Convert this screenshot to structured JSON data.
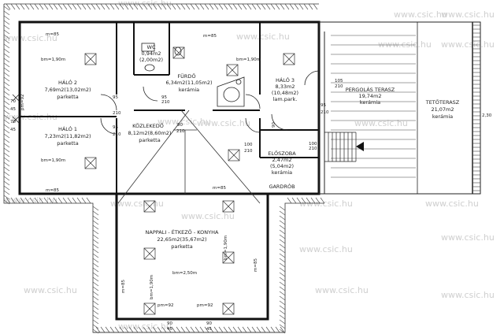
{
  "watermark": "www.csic.hu",
  "rooms": {
    "halo2": {
      "name": "HÁLÓ 2",
      "area": "7,69m2(13,02m2)",
      "floor": "parketta"
    },
    "halo1": {
      "name": "HÁLÓ 1",
      "area": "7,23m2(11,82m2)",
      "floor": "parketta"
    },
    "wc": {
      "name": "WC",
      "area": "0,94m2",
      "extra": "(2,00m2)"
    },
    "furdo": {
      "name": "FÜRDŐ",
      "area": "6,34m2(11,05m2)",
      "floor": "kerámia"
    },
    "halo3": {
      "name": "HÁLÓ 3",
      "area": "8,33m2",
      "area2": "(10,48m2)",
      "floor": "lam.park."
    },
    "kozlekedo": {
      "name": "KÖZLEKEDŐ",
      "area": "8,12m2(8,60m2)",
      "floor": "parketta"
    },
    "eloszoba": {
      "name": "ELŐSZOBA",
      "area": "2,47m2",
      "area2": "(5,04m2)",
      "floor": "kerámia"
    },
    "gardrob": {
      "name": "GARDRÓB"
    },
    "pergola": {
      "name": "PERGOLÁS TERASZ",
      "area": "19,74m2",
      "floor": "kerámia"
    },
    "tetoterasz": {
      "name": "TETŐTERASZ",
      "area": "21,07m2",
      "floor": "kerámia"
    },
    "nappali": {
      "name": "NAPPALI - ÉTKEZŐ - KONYHA",
      "area": "22,65m2(35,67m2)",
      "floor": "parketta"
    }
  },
  "dims": {
    "m85": "m=85",
    "bm190": "bm=1,90m",
    "bm250": "bm=2,50m",
    "pm92": "pm=92",
    "n95": "95",
    "n210": "210",
    "n90": "90",
    "n100": "100",
    "n105": "105",
    "n70": "70",
    "n45": "45",
    "n15": "15",
    "n230": "2,30"
  }
}
